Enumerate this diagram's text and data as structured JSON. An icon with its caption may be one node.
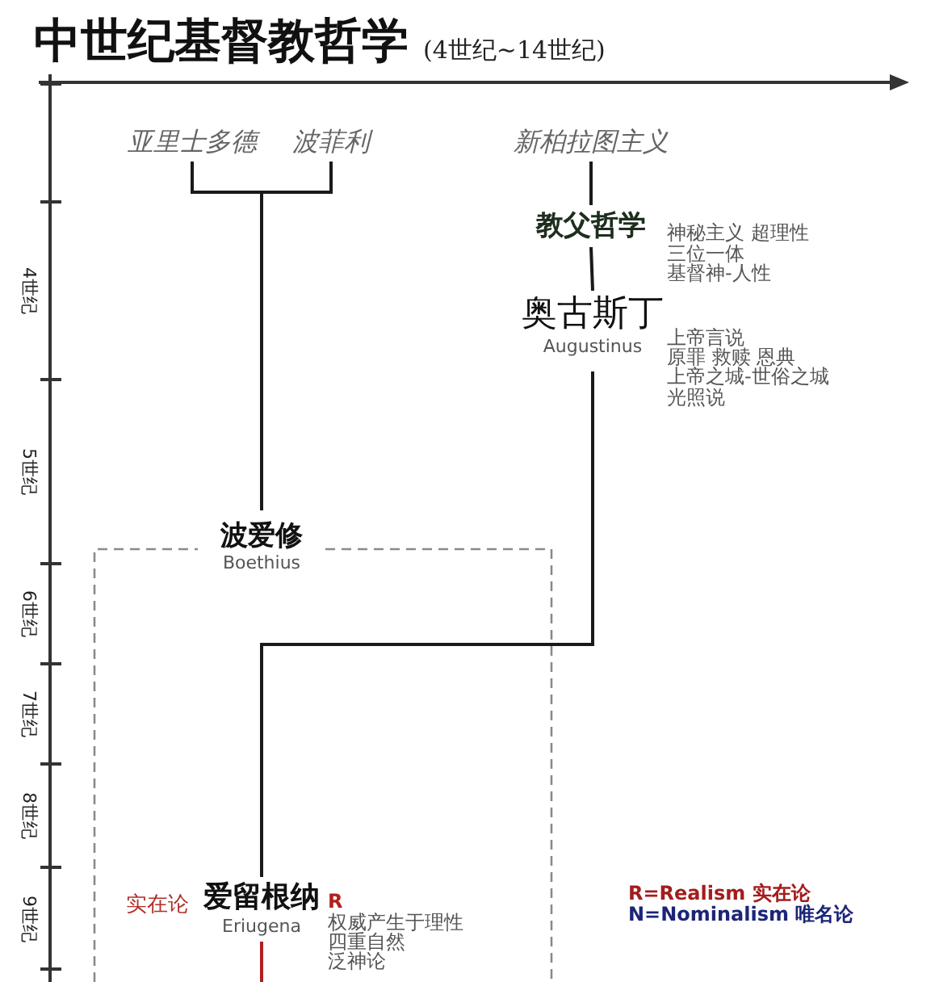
{
  "diagram": {
    "title": "中世纪基督教哲学",
    "nodes": [
      {
        "text": [
          "亚里士多德"
        ]
      },
      {
        "text": [
          "波菲利"
        ]
      },
      {
        "text": [
          "新柏拉图主义"
        ]
      },
      {
        "text": [
          "教父哲学"
        ],
        "beside": [
          "神秘主义 超理性",
          "三位一体",
          "基督神-人性"
        ]
      },
      {
        "text": [
          "奥古斯丁",
          "Augustinus"
        ],
        "beside": [
          "上帝言说",
          "原罪 救赎 恩典",
          "上帝之城-世俗之城",
          "光照说"
        ]
      },
      {
        "text": [
          "波爱修",
          "Boethius"
        ]
      },
      {
        "text": [
          "爱留根纳",
          "Eriugena"
        ],
        "in": 5,
        "beside": [
          "实在论",
          "R",
          "权威产生于理性",
          "四重自然",
          "泛神论"
        ]
      }
    ],
    "edges": [
      {
        "from": 0,
        "to": 5,
        "arrow": "none"
      },
      {
        "from": 1,
        "to": 5,
        "arrow": "none"
      },
      {
        "from": 2,
        "to": 3,
        "arrow": "none"
      },
      {
        "from": 3,
        "to": 4,
        "arrow": "none"
      },
      {
        "from": 4,
        "to": 6,
        "arrow": "none"
      },
      {
        "from": 6,
        "to": null,
        "arrow": "none",
        "color": "#b0201e"
      }
    ],
    "labels": [
      "(4世纪~14世纪)",
      "4世纪",
      "5世纪",
      "6世纪",
      "7世纪",
      "8世纪",
      "9世纪",
      "R=Realism 实在论",
      "N=Nominalism 唯名论"
    ]
  }
}
